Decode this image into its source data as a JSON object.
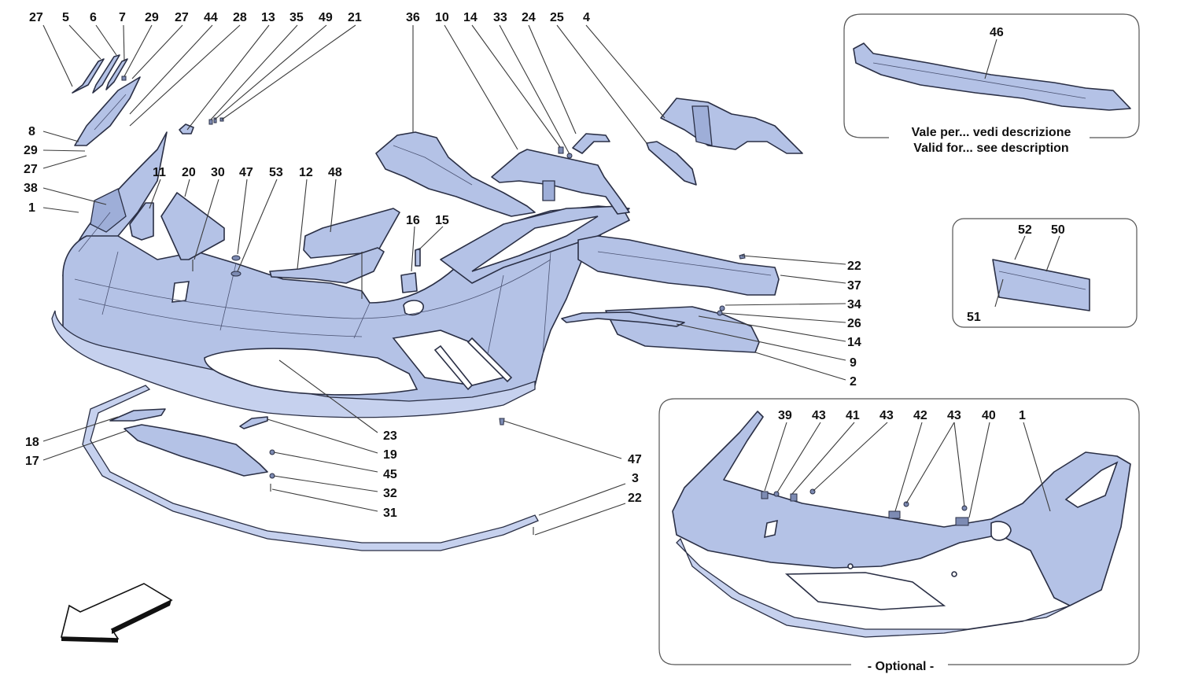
{
  "diagram": {
    "title": "Front bumper exploded parts diagram",
    "part_color": "#b4c2e6",
    "outline_color": "#2a2f45",
    "main_callouts": {
      "top_left": [
        "27",
        "5",
        "6",
        "7",
        "29",
        "27",
        "44",
        "28",
        "13",
        "35",
        "49",
        "21"
      ],
      "left": [
        "8",
        "29",
        "27",
        "38",
        "1"
      ],
      "upper_middle": [
        "11",
        "20",
        "30",
        "47",
        "53",
        "12",
        "48",
        "16",
        "15"
      ],
      "top_center": [
        "36",
        "10",
        "14",
        "33",
        "24",
        "25",
        "4"
      ],
      "right_column": [
        "22",
        "37",
        "34",
        "26",
        "14",
        "9",
        "2"
      ],
      "lower_left": [
        "18",
        "17"
      ],
      "lower_center": [
        "23",
        "19",
        "45",
        "32",
        "31"
      ],
      "lower_right": [
        "47",
        "3",
        "22"
      ]
    },
    "inset_bumper_46": {
      "callout": "46",
      "caption_it": "Vale per... vedi descrizione",
      "caption_en": "Valid for... see description"
    },
    "inset_plate": {
      "callouts": [
        "52",
        "50",
        "51"
      ]
    },
    "inset_optional": {
      "callouts": [
        "39",
        "43",
        "41",
        "43",
        "42",
        "43",
        "40",
        "1"
      ],
      "caption": "- Optional -"
    },
    "direction_arrow": "front-direction-arrow"
  }
}
